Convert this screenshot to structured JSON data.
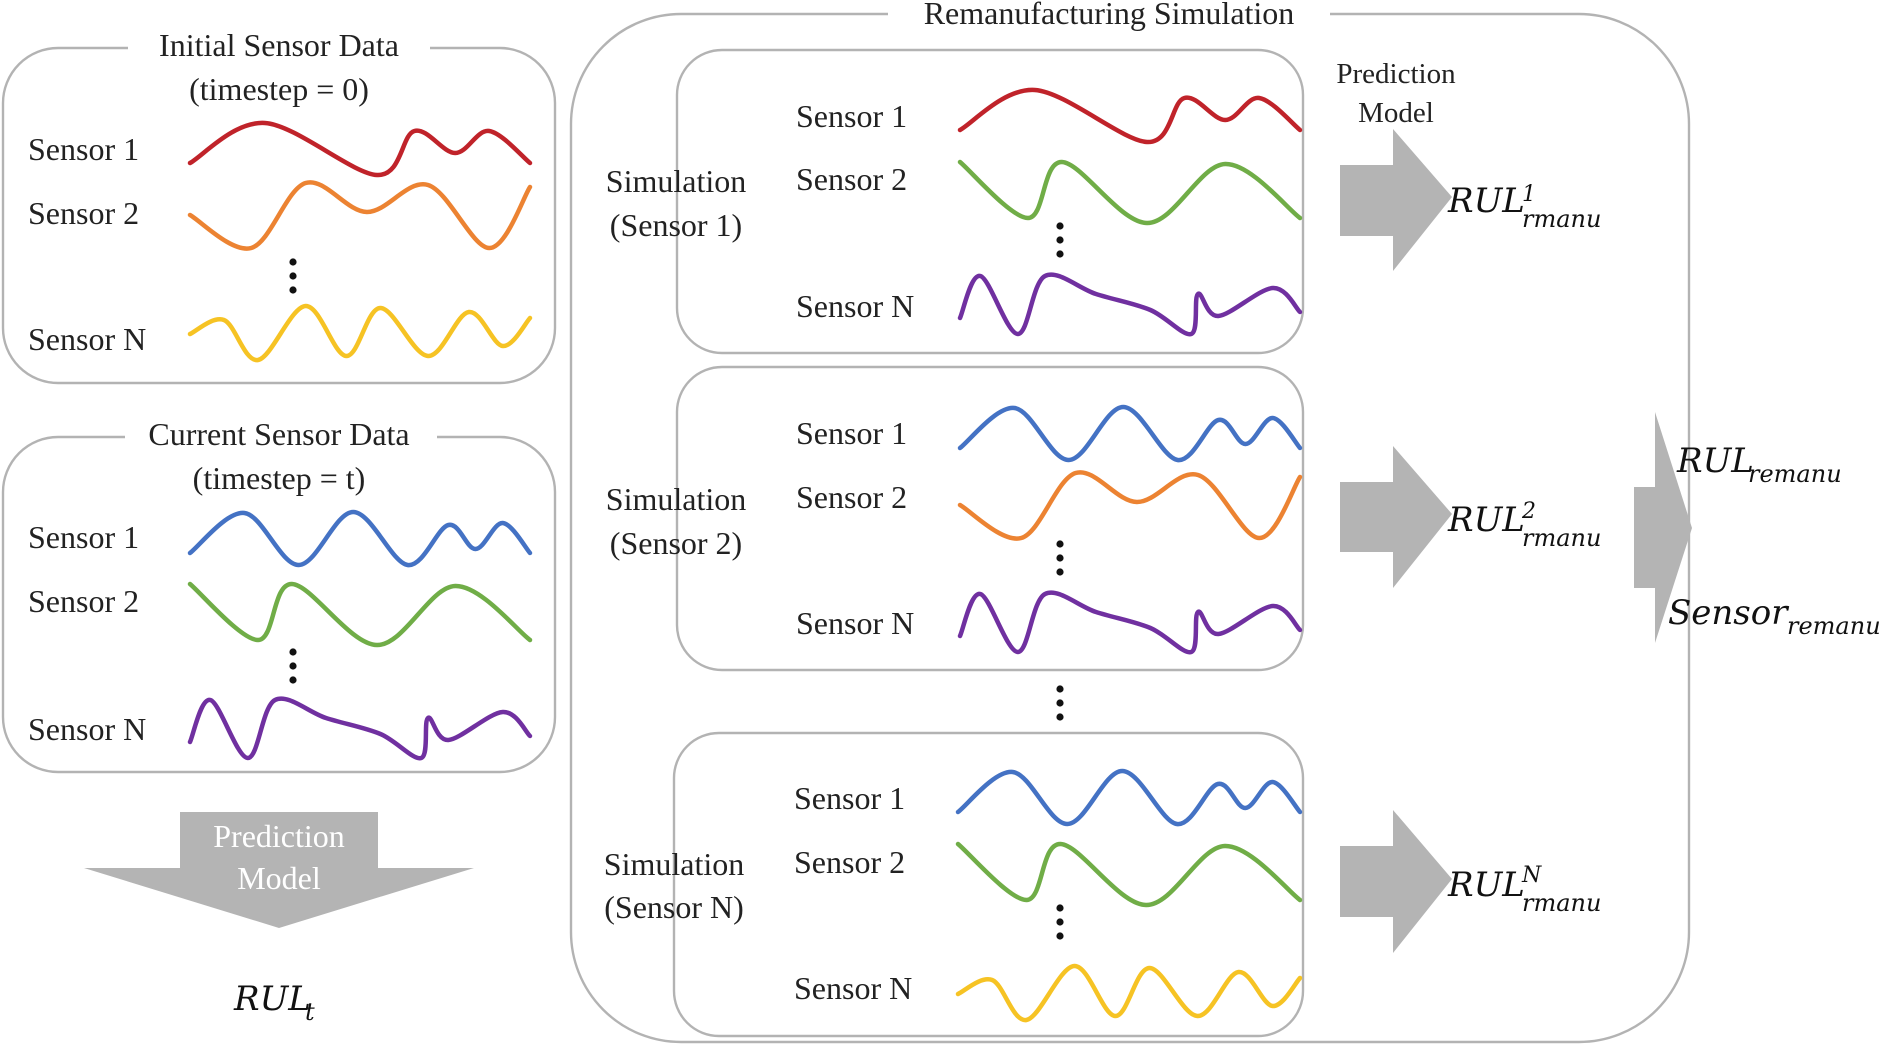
{
  "colors": {
    "red": "#c0232a",
    "orange": "#ec8332",
    "yellow": "#f6c324",
    "blue": "#4472c4",
    "green": "#70ad47",
    "purple": "#7030a0",
    "arrow": "#b4b4b4",
    "frame": "#b3b3b3"
  },
  "initial": {
    "title_line1": "Initial Sensor Data",
    "title_line2": "(timestep = 0)",
    "sensors": [
      "Sensor 1",
      "Sensor 2",
      "Sensor N"
    ]
  },
  "current": {
    "title_line1": "Current Sensor Data",
    "title_line2": "(timestep = t)",
    "sensors": [
      "Sensor 1",
      "Sensor 2",
      "Sensor N"
    ]
  },
  "bottom_arrow": {
    "label_line1": "Prediction",
    "label_line2": "Model"
  },
  "rul_t": {
    "base": "RUL",
    "sub": "t"
  },
  "remanufacturing": {
    "title": "Remanufacturing Simulation",
    "prediction_label_line1": "Prediction",
    "prediction_label_line2": "Model",
    "simulations": [
      {
        "line1": "Simulation",
        "line2": "(Sensor 1)",
        "sensors": [
          "Sensor 1",
          "Sensor 2",
          "Sensor N"
        ]
      },
      {
        "line1": "Simulation",
        "line2": "(Sensor 2)",
        "sensors": [
          "Sensor 1",
          "Sensor 2",
          "Sensor N"
        ]
      },
      {
        "line1": "Simulation",
        "line2": "(Sensor N)",
        "sensors": [
          "Sensor 1",
          "Sensor 2",
          "Sensor N"
        ]
      }
    ],
    "results": [
      {
        "base": "RUL",
        "sup": "1",
        "sub": "rmanu"
      },
      {
        "base": "RUL",
        "sup": "2",
        "sub": "rmanu"
      },
      {
        "base": "RUL",
        "sup": "N",
        "sub": "rmanu"
      }
    ]
  },
  "final_outputs": [
    {
      "base": "RUL",
      "sub": "remanu"
    },
    {
      "base": "Sensor",
      "sub": "remanu"
    }
  ]
}
